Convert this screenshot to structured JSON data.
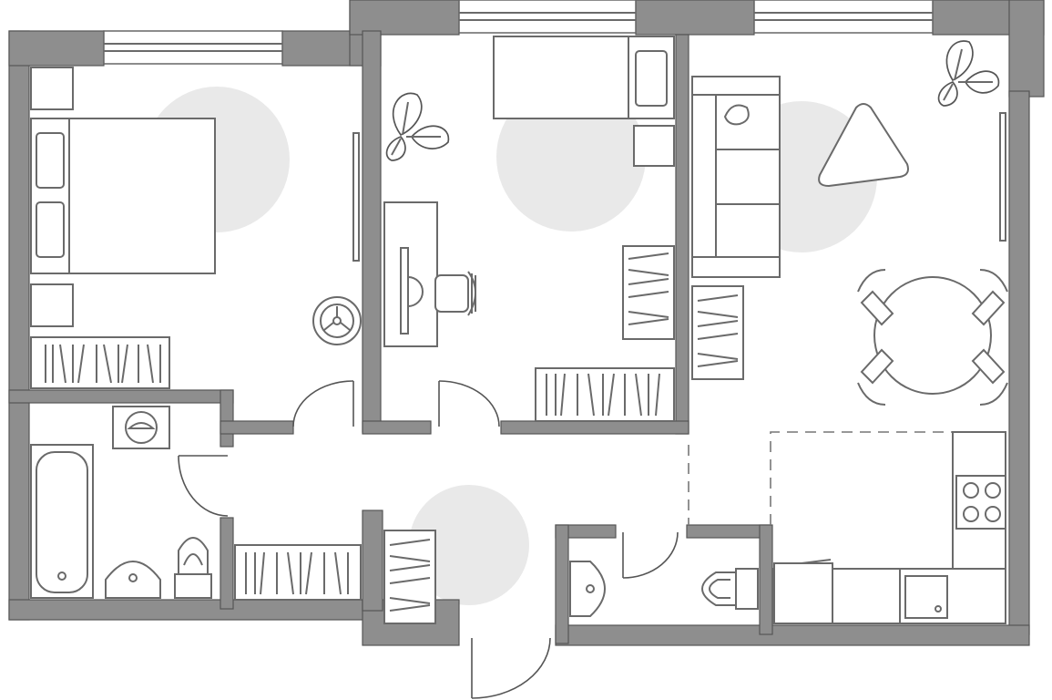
{
  "plan": {
    "rooms": [
      "bedroom",
      "study",
      "living-room",
      "kitchen",
      "bathroom",
      "toilet",
      "hallway"
    ],
    "colors": {
      "wall": "#8e8e8e",
      "furniture_stroke": "#6a6a6a",
      "floor": "#ffffff",
      "light_spot": "#e9e9e9"
    },
    "icons": [
      "bed-icon",
      "desk-icon",
      "sofa-icon",
      "dining-table-icon",
      "stove-icon",
      "sink-icon",
      "bathtub-icon",
      "toilet-icon",
      "washing-machine-icon",
      "plant-icon",
      "bookshelf-icon"
    ]
  }
}
